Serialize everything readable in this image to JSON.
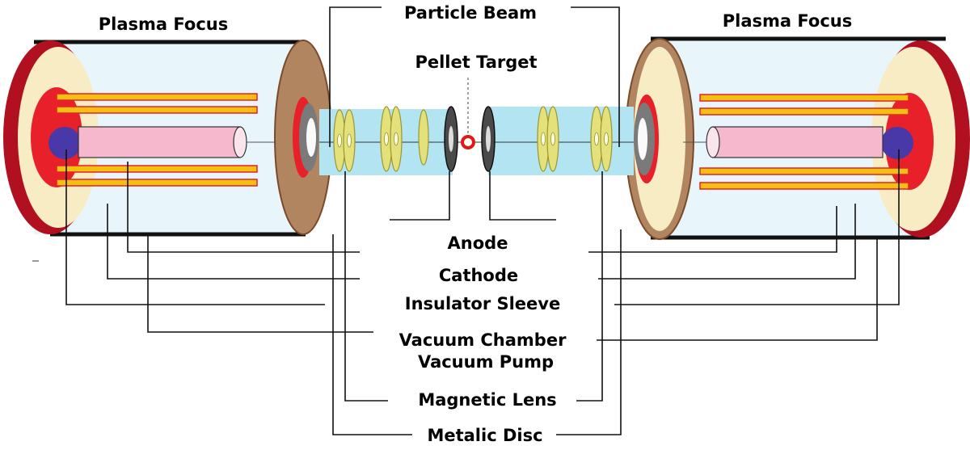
{
  "diagram": {
    "labels": {
      "plasma_focus_left": "Plasma Focus",
      "plasma_focus_right": "Plasma Focus",
      "particle_beam": "Particle Beam",
      "pellet_target": "Pellet Target",
      "anode": "Anode",
      "cathode": "Cathode",
      "insulator_sleeve": "Insulator Sleeve",
      "vacuum_chamber": "Vacuum Chamber",
      "vacuum_pump": "Vacuum Pump",
      "magnetic_lens": "Magnetic Lens",
      "metalic_disc": "Metalic Disc"
    },
    "colors": {
      "chamber_body": "#e8f6fb",
      "beam": "#b2e4f2",
      "end_cap_rim": "#b01020",
      "end_cap_face": "#f8ecc4",
      "flange": "#b08560",
      "electrode_red": "#e8202a",
      "insulator_blue": "#4838a8",
      "anode_pink": "#f6b8cc",
      "cathode_rod": "#f2c010",
      "lens": "#e4e07a",
      "disc": "#4a4a4a",
      "target": "#e01818"
    }
  }
}
